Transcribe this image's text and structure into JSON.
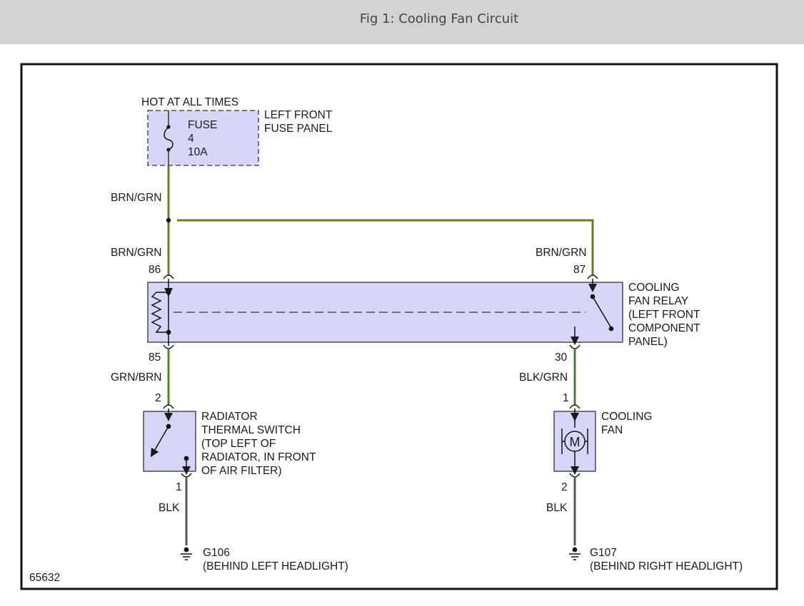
{
  "header": {
    "title": "Fig 1: Cooling Fan Circuit"
  },
  "colors": {
    "brn_grn": "#6b7a1e",
    "grn_brn": "#4f8a1f",
    "blk_grn": "#4e7a47",
    "blk": "#555555",
    "component_fill": "#d6d6f8"
  },
  "power": {
    "label": "HOT AT ALL TIMES"
  },
  "fuse": {
    "line1": "FUSE",
    "line2": "4",
    "line3": "10A"
  },
  "fuse_panel": {
    "line1": "LEFT FRONT",
    "line2": "FUSE PANEL"
  },
  "wires": {
    "brn_grn_top": "BRN/GRN",
    "brn_grn_left": "BRN/GRN",
    "brn_grn_right": "BRN/GRN",
    "grn_brn": "GRN/BRN",
    "blk_grn": "BLK/GRN",
    "blk_left": "BLK",
    "blk_right": "BLK"
  },
  "relay": {
    "pin86": "86",
    "pin87": "87",
    "pin85": "85",
    "pin30": "30",
    "label": [
      "COOLING",
      "FAN RELAY",
      "(LEFT FRONT",
      "COMPONENT",
      "PANEL)"
    ]
  },
  "thermal_switch": {
    "pin_top": "2",
    "pin_bottom": "1",
    "label": [
      "RADIATOR",
      "THERMAL SWITCH",
      "(TOP LEFT OF",
      "RADIATOR, IN FRONT",
      "OF AIR FILTER)"
    ]
  },
  "cooling_fan": {
    "pin_top": "1",
    "pin_bottom": "2",
    "motor": "M",
    "label": [
      "COOLING",
      "FAN"
    ]
  },
  "ground_left": {
    "id": "G106",
    "location": "(BEHIND LEFT HEADLIGHT)"
  },
  "ground_right": {
    "id": "G107",
    "location": "(BEHIND RIGHT HEADLIGHT)"
  },
  "figure_number": "65632"
}
